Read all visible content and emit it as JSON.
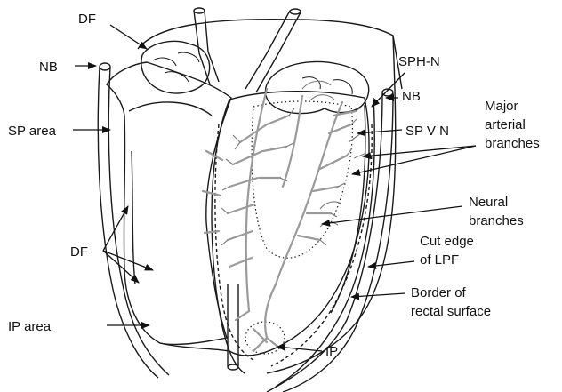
{
  "labels": {
    "df_top": "DF",
    "nb_left": "NB",
    "sp_area": "SP area",
    "df_mid": "DF",
    "ip_area": "IP area",
    "sph_n": "SPH-N",
    "nb_right": "NB",
    "sp_v_n": "SP V N",
    "major_arterial_branches": [
      "Major",
      "arterial",
      "branches"
    ],
    "neural_branches": [
      "Neural",
      "branches"
    ],
    "cut_edge_lpf": [
      "Cut edge",
      "of LPF"
    ],
    "border_rectal_surface": [
      "Border of",
      "rectal surface"
    ],
    "ip": "IP"
  },
  "colors": {
    "outline": "#1a1a1a",
    "vessel_gray": "#9a9a9a",
    "vessel_dark": "#7a7a7a"
  }
}
